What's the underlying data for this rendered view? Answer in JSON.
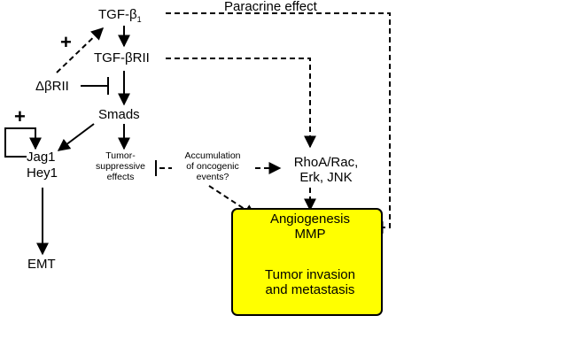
{
  "nodes": {
    "tgf_b1": "TGF-β",
    "tgf_b1_sub": "1",
    "paracrine": "Paracrine effect",
    "plus_top": "+",
    "tgf_brii": "TGF-βRII",
    "delta_brii": "ΔβRII",
    "smads": "Smads",
    "plus_left": "+",
    "jag1": "Jag1",
    "hey1": "Hey1",
    "emt": "EMT",
    "tumor_suppressive": "Tumor-\nsuppressive\neffects",
    "accumulation": "Accumulation\nof oncogenic\nevents?",
    "rhoa_line1": "RhoA/Rac,",
    "rhoa_line2": "Erk, JNK",
    "angio_line1": "Angiogenesis",
    "angio_line2": "MMP",
    "invasion_line1": "Tumor invasion",
    "invasion_line2": "and metastasis"
  },
  "colors": {
    "highlight_box": "#ffff00",
    "ink": "#000000"
  }
}
